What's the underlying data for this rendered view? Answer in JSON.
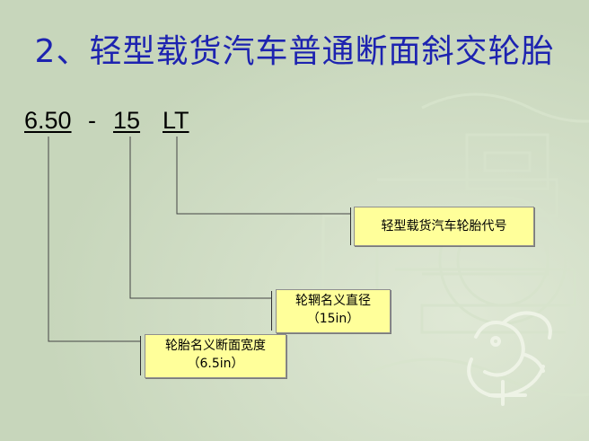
{
  "slide": {
    "title": "2、轻型载货汽车普通断面斜交轮胎",
    "code": {
      "width": "6.50",
      "dash": "-",
      "rim": "15",
      "type": "LT"
    },
    "labels": {
      "type": {
        "line1": "轻型载货汽车轮胎代号"
      },
      "rim": {
        "line1": "轮辋名义直径",
        "line2": "（15in）"
      },
      "width": {
        "line1": "轮胎名义断面宽度",
        "line2": "（6.5in）"
      }
    },
    "colors": {
      "title": "#1d23b0",
      "background": "#c9d8bd",
      "callout": "#ffff9a"
    }
  }
}
